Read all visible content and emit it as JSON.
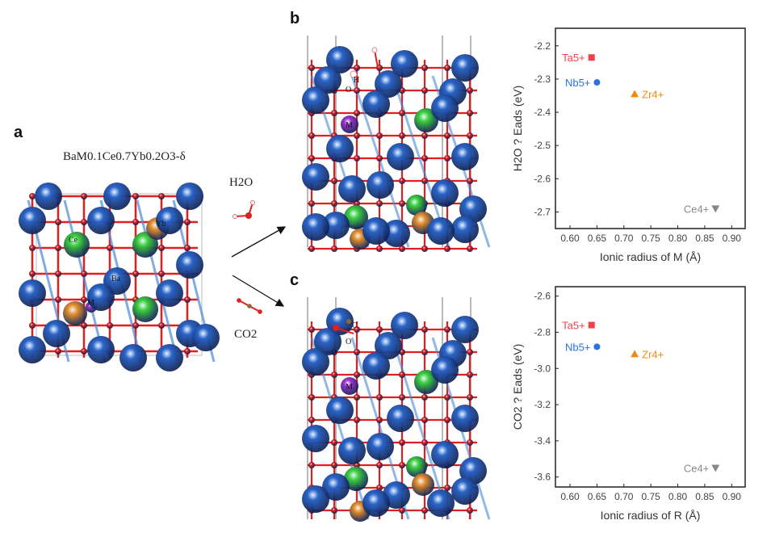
{
  "panels": {
    "a": {
      "letter": "a",
      "formula": "BaM0.1Ce0.7Yb0.2O3-δ",
      "atom_labels": [
        "Ce",
        "Yb",
        "Ba",
        "M"
      ]
    },
    "b": {
      "letter": "b",
      "atom_labels": [
        "H",
        "O",
        "M"
      ]
    },
    "c": {
      "letter": "c",
      "atom_labels": [
        "C",
        "O",
        "M"
      ]
    }
  },
  "molecules": {
    "h2o": "H2O",
    "co2": "CO2"
  },
  "colors": {
    "ba": "#2a64c8",
    "oxygen": "#e02020",
    "ce": "#3cd23c",
    "yb": "#e8902a",
    "m": "#a030d0",
    "ta": "#f0404a",
    "nb": "#2a72e0",
    "zr": "#f08a10",
    "ce_point": "#888888"
  },
  "chart_data": [
    {
      "type": "scatter",
      "title": "",
      "xlabel": "Ionic radius of M (Å)",
      "ylabel": "H2O ? Eads (eV)",
      "xlim": [
        0.573,
        0.925
      ],
      "ylim": [
        -2.75,
        -2.147
      ],
      "xticks": [
        "0.60",
        "0.65",
        "0.70",
        "0.75",
        "0.80",
        "0.85",
        "0.90"
      ],
      "yticks": [
        "-2.2",
        "-2.3",
        "-2.4",
        "-2.5",
        "-2.6",
        "-2.7"
      ],
      "points": [
        {
          "label": "Ta5+",
          "x": 0.64,
          "y": -2.235,
          "marker": "square",
          "color": "#f0404a"
        },
        {
          "label": "Nb5+",
          "x": 0.65,
          "y": -2.31,
          "marker": "circle",
          "color": "#2a72e0"
        },
        {
          "label": "Zr4+",
          "x": 0.72,
          "y": -2.345,
          "marker": "triangle-up",
          "color": "#f08a10"
        },
        {
          "label": "Ce4+",
          "x": 0.87,
          "y": -2.69,
          "marker": "triangle-down",
          "color": "#888888"
        }
      ]
    },
    {
      "type": "scatter",
      "title": "",
      "xlabel": "Ionic radius of R (Å)",
      "ylabel": "CO2 ? Eads (eV)",
      "xlim": [
        0.573,
        0.925
      ],
      "ylim": [
        -3.655,
        -2.548
      ],
      "xticks": [
        "0.60",
        "0.65",
        "0.70",
        "0.75",
        "0.80",
        "0.85",
        "0.90"
      ],
      "yticks": [
        "-2.6",
        "-2.8",
        "-3.0",
        "-3.2",
        "-3.4",
        "-3.6"
      ],
      "points": [
        {
          "label": "Ta5+",
          "x": 0.64,
          "y": -2.76,
          "marker": "square",
          "color": "#f0404a"
        },
        {
          "label": "Nb5+",
          "x": 0.65,
          "y": -2.88,
          "marker": "circle",
          "color": "#2a72e0"
        },
        {
          "label": "Zr4+",
          "x": 0.72,
          "y": -2.92,
          "marker": "triangle-up",
          "color": "#f08a10"
        },
        {
          "label": "Ce4+",
          "x": 0.87,
          "y": -3.55,
          "marker": "triangle-down",
          "color": "#888888"
        }
      ]
    }
  ]
}
